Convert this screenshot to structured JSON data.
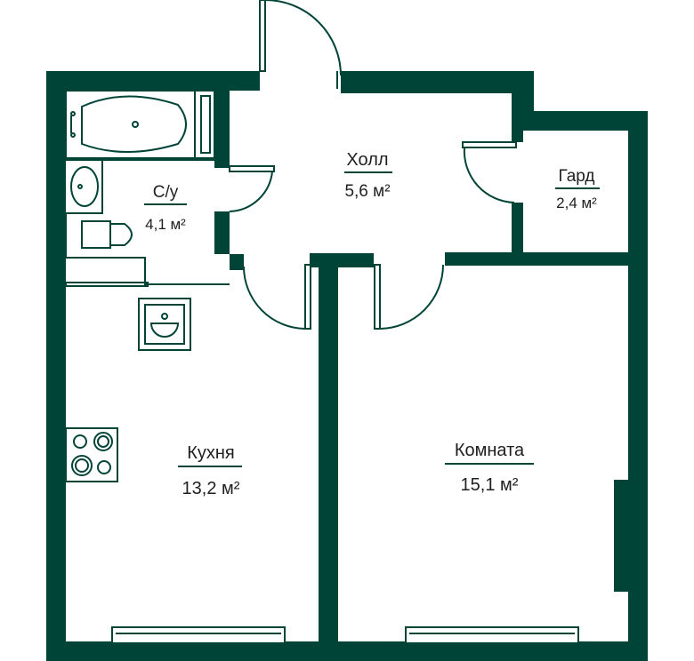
{
  "colors": {
    "wall": "#004438",
    "line": "#004438",
    "background": "#ffffff",
    "text": "#1f1f1f"
  },
  "rooms": {
    "hall": {
      "name": "Холл",
      "area": "5,6 м²"
    },
    "wardrobe": {
      "name": "Гард",
      "area": "2,4 м²"
    },
    "bathroom": {
      "name": "С/у",
      "area": "4,1 м²"
    },
    "kitchen": {
      "name": "Кухня",
      "area": "13,2 м²"
    },
    "room": {
      "name": "Комната",
      "area": "15,1 м²"
    }
  }
}
